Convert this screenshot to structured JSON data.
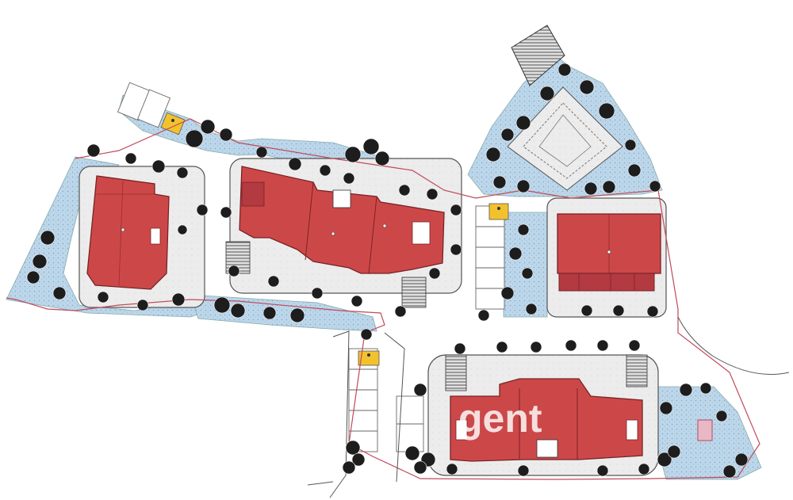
{
  "watermark": {
    "text": "gent"
  },
  "colors": {
    "paper": "#ffffff",
    "landscape": "#bcd6ea",
    "roof": "#cc4848",
    "roof_dark": "#9e2c30",
    "paving": "#ececec",
    "boundary": "#c04a5a",
    "parking_accessible": "#f2c22e",
    "tree": "#1d1d1d",
    "ink": "#444444"
  },
  "blocks": [
    {
      "id": "block-west"
    },
    {
      "id": "block-central"
    },
    {
      "id": "block-east"
    },
    {
      "id": "block-south"
    }
  ],
  "accessible_parking": [
    {
      "id": "parking-north-west",
      "icon": "wheelchair-icon"
    },
    {
      "id": "parking-north-east",
      "icon": "wheelchair-icon"
    },
    {
      "id": "parking-south",
      "icon": "wheelchair-icon"
    }
  ],
  "features": {
    "play_area": {
      "icon": "diamond-garden-icon"
    },
    "pool": {
      "icon": "rectangle-pool-icon"
    }
  }
}
